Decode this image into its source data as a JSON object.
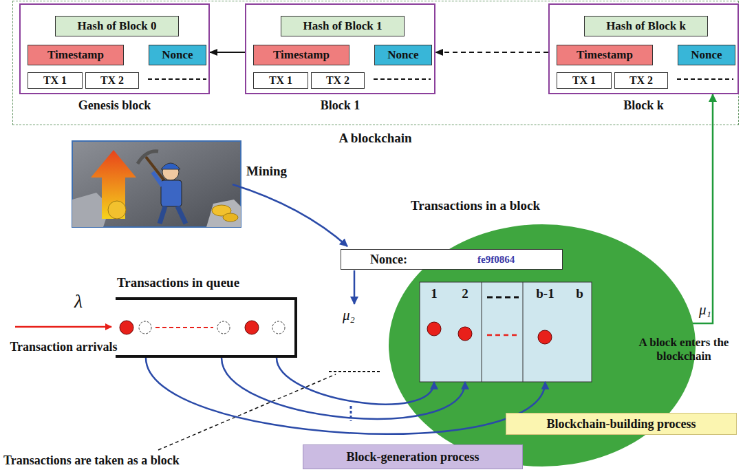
{
  "diagram": {
    "nodes": [
      {
        "text": [
          "A blockchain"
        ]
      },
      {
        "text": [
          "Genesis block"
        ],
        "in": 0
      },
      {
        "text": [
          "Hash of Block 0"
        ],
        "in": 1
      },
      {
        "text": [
          "Timestamp"
        ],
        "in": 1
      },
      {
        "text": [
          "Nonce"
        ],
        "in": 1
      },
      {
        "text": [
          "TX 1"
        ],
        "in": 1
      },
      {
        "text": [
          "TX 2"
        ],
        "in": 1
      },
      {
        "text": [
          "Block 1"
        ],
        "in": 0
      },
      {
        "text": [
          "Hash of Block 1"
        ],
        "in": 7
      },
      {
        "text": [
          "Timestamp"
        ],
        "in": 7
      },
      {
        "text": [
          "Nonce"
        ],
        "in": 7
      },
      {
        "text": [
          "TX 1"
        ],
        "in": 7
      },
      {
        "text": [
          "TX 2"
        ],
        "in": 7
      },
      {
        "text": [
          "Block k"
        ],
        "in": 0
      },
      {
        "text": [
          "Hash of Block k"
        ],
        "in": 13
      },
      {
        "text": [
          "Timestamp"
        ],
        "in": 13
      },
      {
        "text": [
          "Nonce"
        ],
        "in": 13
      },
      {
        "text": [
          "TX 1"
        ],
        "in": 13
      },
      {
        "text": [
          "TX 2"
        ],
        "in": 13
      },
      {
        "text": [
          "Nonce:",
          "fe9f0864"
        ]
      },
      {
        "text": [
          "Transactions in a block"
        ]
      },
      {
        "text": [
          "1"
        ],
        "in": 20
      },
      {
        "text": [
          "2"
        ],
        "in": 20
      },
      {
        "text": [
          "b-1"
        ],
        "in": 20
      },
      {
        "text": [
          "b"
        ],
        "in": 20
      },
      {
        "text": [
          "Transactions in queue"
        ]
      },
      {
        "text": [
          "Blockchain-building process"
        ]
      },
      {
        "text": [
          "Block-generation process"
        ]
      }
    ],
    "edges": [
      {
        "from": 7,
        "to": 1,
        "arrow": "to"
      },
      {
        "from": 13,
        "to": 7,
        "arrow": "to"
      },
      {
        "from": 20,
        "to": 13,
        "arrow": "to",
        "label": "μ₁"
      },
      {
        "from": 25,
        "to": 21,
        "arrow": "to"
      },
      {
        "from": 25,
        "to": 22,
        "arrow": "to"
      },
      {
        "from": 25,
        "to": 23,
        "arrow": "to"
      }
    ],
    "labels": [
      "λ",
      "Transaction arrivals",
      "Mining",
      "μ₂",
      "A block enters the blockchain",
      "Transactions are taken as a block"
    ]
  }
}
